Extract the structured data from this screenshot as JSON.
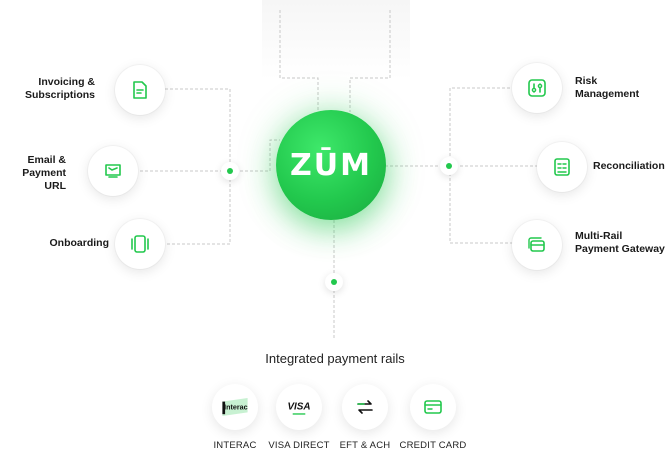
{
  "hub": {
    "logo_text": "ZŪM"
  },
  "left_nodes": [
    {
      "label": "Invoicing &\nSubscriptions",
      "icon": "document-icon"
    },
    {
      "label": "Email &\nPayment URL",
      "icon": "email-icon"
    },
    {
      "label": "Onboarding",
      "icon": "onboarding-icon"
    }
  ],
  "right_nodes": [
    {
      "label": "Risk\nManagement",
      "icon": "sliders-icon"
    },
    {
      "label": "Reconciliation",
      "icon": "ledger-icon"
    },
    {
      "label": "Multi-Rail\nPayment Gateway",
      "icon": "card-stack-icon"
    }
  ],
  "rails": {
    "title": "Integrated payment rails",
    "items": [
      {
        "label": "INTERAC",
        "icon": "interac-logo",
        "logo_text": "Interac"
      },
      {
        "label": "VISA DIRECT",
        "icon": "visa-logo",
        "logo_text": "VISA"
      },
      {
        "label": "EFT & ACH",
        "icon": "transfer-arrows-icon"
      },
      {
        "label": "CREDIT CARD",
        "icon": "credit-card-icon"
      }
    ]
  },
  "colors": {
    "accent": "#22c84d",
    "line": "#c8c8c8",
    "text": "#1a1a1a"
  }
}
